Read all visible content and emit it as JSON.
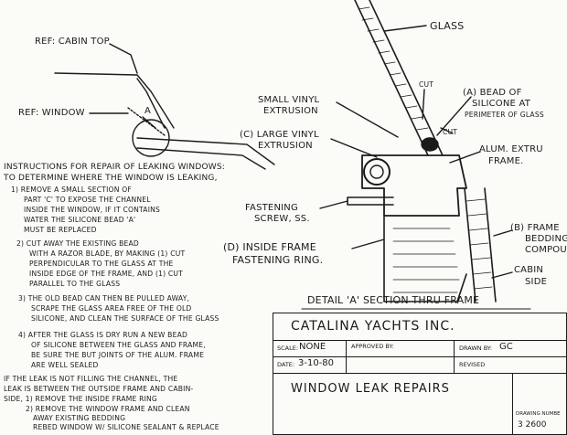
{
  "left_labels": {
    "cabin_top": "REF: CABIN TOP",
    "window": "REF: WINDOW",
    "callout_a": "A"
  },
  "instructions": {
    "heading_1": "INSTRUCTIONS FOR REPAIR OF LEAKING WINDOWS:",
    "heading_2": "TO DETERMINE WHERE THE WINDOW IS LEAKING,",
    "step1": [
      "1) REMOVE A SMALL SECTION OF",
      "PART 'C' TO EXPOSE THE CHANNEL",
      "INSIDE THE WINDOW, IF IT CONTAINS",
      "WATER THE SILICONE BEAD 'A'",
      "MUST BE REPLACED"
    ],
    "step2": [
      "2) CUT AWAY THE EXISTING BEAD",
      "WITH A RAZOR BLADE, BY MAKING (1) CUT",
      "PERPENDICULAR TO THE GLASS AT THE",
      "INSIDE EDGE OF THE FRAME, AND (1) CUT",
      "PARALLEL TO THE GLASS"
    ],
    "step3": [
      "3) THE OLD BEAD CAN THEN BE PULLED AWAY,",
      "SCRAPE THE GLASS AREA FREE OF THE OLD",
      "SILICONE, AND CLEAN THE SURFACE OF THE GLASS"
    ],
    "step4": [
      "4) AFTER THE GLASS IS DRY RUN A NEW BEAD",
      "OF SILICONE BETWEEN THE GLASS AND FRAME,",
      "BE SURE THE BUT JOINTS OF THE ALUM. FRAME",
      "ARE WELL SEALED"
    ],
    "frame_leak": [
      "IF THE LEAK IS NOT FILLING THE CHANNEL, THE",
      "LEAK IS BETWEEN THE OUTSIDE FRAME AND CABIN-",
      "SIDE, 1) REMOVE THE INSIDE FRAME RING",
      "2) REMOVE THE WINDOW FRAME AND CLEAN",
      "AWAY EXISTING BEDDING",
      "REBED WINDOW W/ SILICONE SEALANT & REPLACE"
    ]
  },
  "section": {
    "glass": "GLASS",
    "small_vinyl": [
      "SMALL VINYL",
      "EXTRUSION"
    ],
    "large_vinyl": [
      "(C) LARGE VINYL",
      "EXTRUSION"
    ],
    "bead_a": [
      "(A) BEAD OF",
      "SILICONE AT",
      "PERIMETER OF GLASS"
    ],
    "alum_extrusion": [
      "ALUM. EXTRU",
      "FRAME."
    ],
    "cut_1": "CUT",
    "cut_2": "CUT",
    "fastening_screw": [
      "FASTENING",
      "SCREW, SS."
    ],
    "inside_frame": [
      "(D) INSIDE FRAME",
      "FASTENING RING."
    ],
    "frame_bedding": [
      "(B) FRAME",
      "BEDDING",
      "COMPOUN"
    ],
    "cabin_side": [
      "CABIN",
      "SIDE"
    ],
    "section_title": "DETAIL 'A' SECTION THRU FRAME"
  },
  "title_block": {
    "company": "CATALINA YACHTS INC.",
    "scale_label": "SCALE:",
    "scale_value": "NONE",
    "approved_label": "APPROVED BY:",
    "drawn_label": "DRAWN BY:",
    "drawn_value": "GC",
    "date_label": "DATE:",
    "date_value": "3-10-80",
    "revised_label": "REVISED",
    "drawing_title": "WINDOW LEAK REPAIRS",
    "drawing_number_label": "DRAWING NUMBE",
    "drawing_number_value": "3 2600"
  }
}
